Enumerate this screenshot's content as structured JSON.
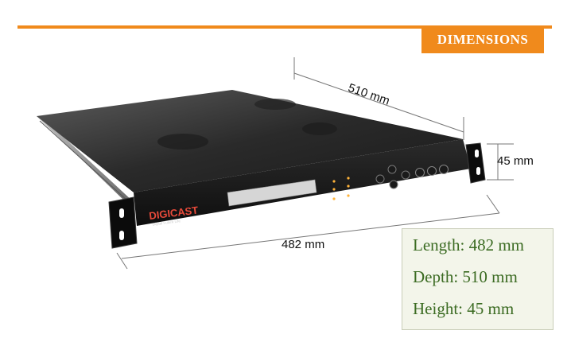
{
  "header": {
    "badge_text": "DIMENSIONS"
  },
  "dimension_labels": {
    "depth": "510 mm",
    "height": "45 mm",
    "length": "482 mm"
  },
  "product": {
    "brand_logo": "DIGICAST",
    "tagline": "Digital Future Life"
  },
  "specs": [
    {
      "text": "Length: 482 mm"
    },
    {
      "text": "Depth: 510 mm"
    },
    {
      "text": "Height: 45 mm"
    }
  ],
  "colors": {
    "accent": "#f08a1c",
    "spec_text": "#3b6b22",
    "spec_bg": "#f3f5ea"
  }
}
